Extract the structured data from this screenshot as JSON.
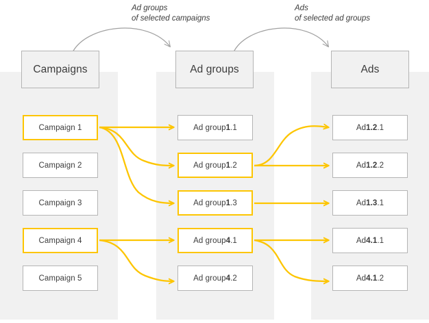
{
  "colors": {
    "highlight": "#fdc500",
    "connector": "#fdc500",
    "band": "#f1f1f1",
    "box_border": "#b4b4b4",
    "text": "#3c3c3c",
    "arc": "#a0a0a0"
  },
  "headers": {
    "campaigns": "Campaigns",
    "ad_groups": "Ad groups",
    "ads": "Ads"
  },
  "annotations": {
    "ad_groups": {
      "line1": "Ad groups",
      "line2": "of selected campaigns"
    },
    "ads": {
      "line1": "Ads",
      "line2": "of selected ad groups"
    }
  },
  "columns": {
    "campaigns": [
      {
        "label": "Campaign 1",
        "selected": true
      },
      {
        "label": "Campaign 2",
        "selected": false
      },
      {
        "label": "Campaign 3",
        "selected": false
      },
      {
        "label": "Campaign 4",
        "selected": true
      },
      {
        "label": "Campaign 5",
        "selected": false
      }
    ],
    "ad_groups": [
      {
        "prefix": "Ad group ",
        "bold": "1",
        "suffix": ".1",
        "label": "Ad group 1.1",
        "selected": false
      },
      {
        "prefix": "Ad group ",
        "bold": "1",
        "suffix": ".2",
        "label": "Ad group 1.2",
        "selected": true
      },
      {
        "prefix": "Ad group ",
        "bold": "1",
        "suffix": ".3",
        "label": "Ad group 1.3",
        "selected": true
      },
      {
        "prefix": "Ad group ",
        "bold": "4",
        "suffix": ".1",
        "label": "Ad group 4.1",
        "selected": true
      },
      {
        "prefix": "Ad group ",
        "bold": "4",
        "suffix": ".2",
        "label": "Ad group 4.2",
        "selected": false
      }
    ],
    "ads": [
      {
        "prefix": "Ad ",
        "bold": "1.2",
        "suffix": ".1",
        "label": "Ad 1.2.1",
        "selected": false
      },
      {
        "prefix": "Ad ",
        "bold": "1.2",
        "suffix": ".2",
        "label": "Ad 1.2.2",
        "selected": false
      },
      {
        "prefix": "Ad ",
        "bold": "1.3",
        "suffix": ".1",
        "label": "Ad 1.3.1",
        "selected": false
      },
      {
        "prefix": "Ad ",
        "bold": "4.1",
        "suffix": ".1",
        "label": "Ad 4.1.1",
        "selected": false
      },
      {
        "prefix": "Ad ",
        "bold": "4.1",
        "suffix": ".2",
        "label": "Ad 4.1.2",
        "selected": false
      }
    ]
  },
  "connections": {
    "campaigns_to_ad_groups": [
      {
        "from": "Campaign 1",
        "to": "Ad group 1.1"
      },
      {
        "from": "Campaign 1",
        "to": "Ad group 1.2"
      },
      {
        "from": "Campaign 1",
        "to": "Ad group 1.3"
      },
      {
        "from": "Campaign 4",
        "to": "Ad group 4.1"
      },
      {
        "from": "Campaign 4",
        "to": "Ad group 4.2"
      }
    ],
    "ad_groups_to_ads": [
      {
        "from": "Ad group 1.2",
        "to": "Ad 1.2.1"
      },
      {
        "from": "Ad group 1.2",
        "to": "Ad 1.2.2"
      },
      {
        "from": "Ad group 1.3",
        "to": "Ad 1.3.1"
      },
      {
        "from": "Ad group 4.1",
        "to": "Ad 4.1.1"
      },
      {
        "from": "Ad group 4.1",
        "to": "Ad 4.1.2"
      }
    ]
  }
}
